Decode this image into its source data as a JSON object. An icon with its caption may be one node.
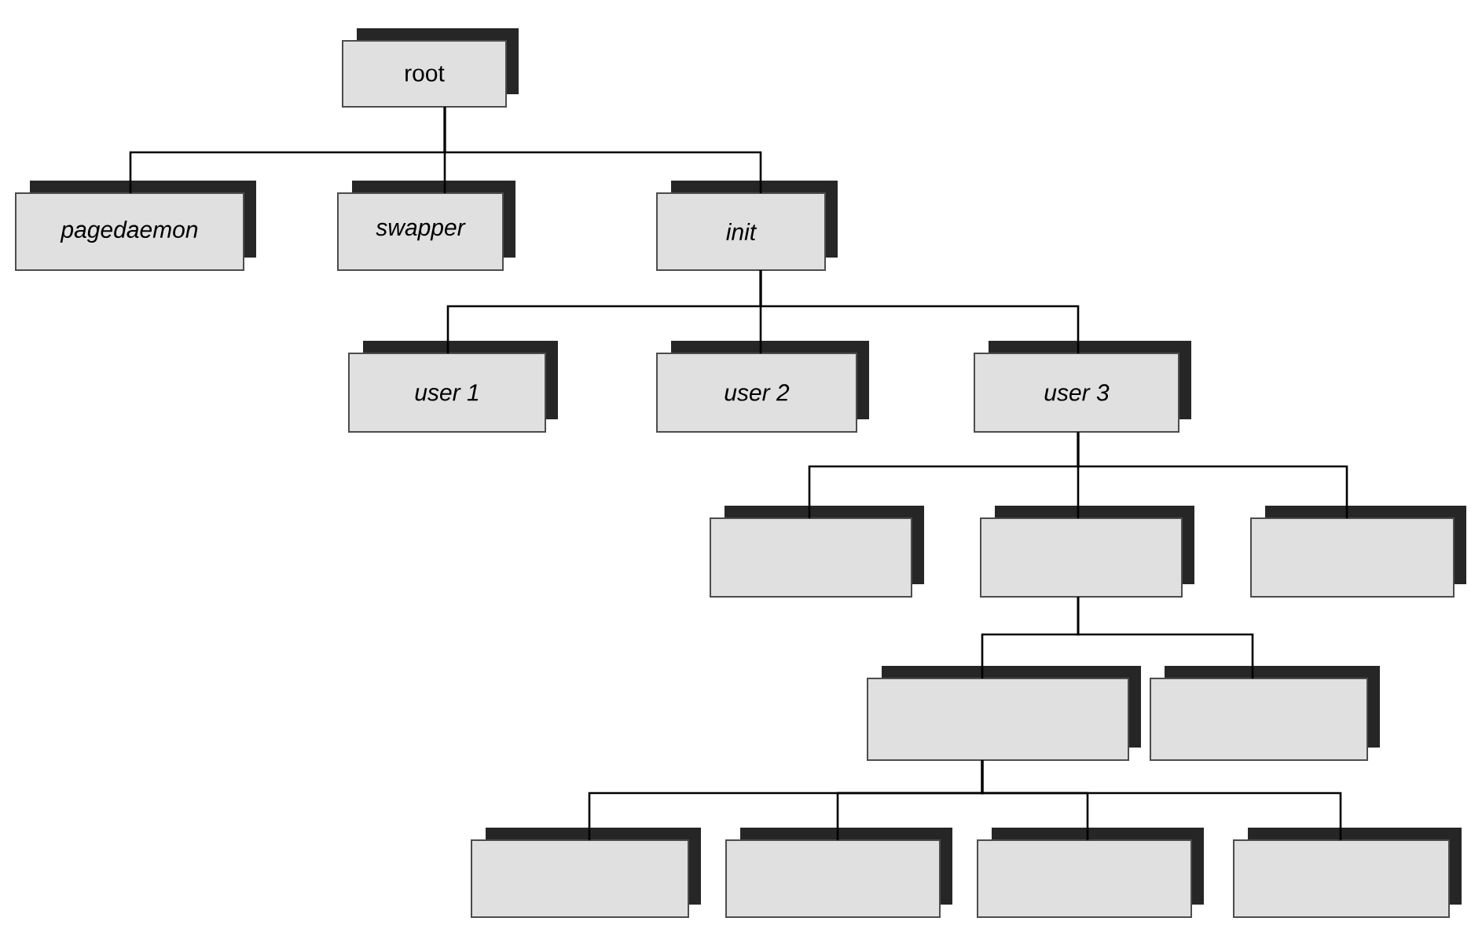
{
  "diagram": {
    "nodes": [
      {
        "text": [
          "root"
        ]
      },
      {
        "text": [
          "pagedaemon"
        ]
      },
      {
        "text": [
          "swapper"
        ]
      },
      {
        "text": [
          "init"
        ]
      },
      {
        "text": [
          "user 1"
        ]
      },
      {
        "text": [
          "user 2"
        ]
      },
      {
        "text": [
          "user 3"
        ]
      },
      {
        "text": [],
        "shape": "box"
      },
      {
        "text": [],
        "shape": "box"
      },
      {
        "text": [],
        "shape": "box"
      },
      {
        "text": [],
        "shape": "box"
      },
      {
        "text": [],
        "shape": "box"
      },
      {
        "text": [],
        "shape": "box"
      },
      {
        "text": [],
        "shape": "box"
      },
      {
        "text": [],
        "shape": "box"
      },
      {
        "text": [],
        "shape": "box"
      }
    ],
    "edges": [
      {
        "from": 0,
        "to": 1,
        "arrow": "none"
      },
      {
        "from": 0,
        "to": 2,
        "arrow": "none"
      },
      {
        "from": 0,
        "to": 3,
        "arrow": "none"
      },
      {
        "from": 3,
        "to": 4,
        "arrow": "none"
      },
      {
        "from": 3,
        "to": 5,
        "arrow": "none"
      },
      {
        "from": 3,
        "to": 6,
        "arrow": "none"
      },
      {
        "from": 6,
        "to": 7,
        "arrow": "none"
      },
      {
        "from": 6,
        "to": 8,
        "arrow": "none"
      },
      {
        "from": 6,
        "to": 9,
        "arrow": "none"
      },
      {
        "from": 8,
        "to": 10,
        "arrow": "none"
      },
      {
        "from": 8,
        "to": 11,
        "arrow": "none"
      },
      {
        "from": 10,
        "to": 12,
        "arrow": "none"
      },
      {
        "from": 10,
        "to": 13,
        "arrow": "none"
      },
      {
        "from": 10,
        "to": 14,
        "arrow": "none"
      },
      {
        "from": 10,
        "to": 15,
        "arrow": "none"
      }
    ]
  }
}
